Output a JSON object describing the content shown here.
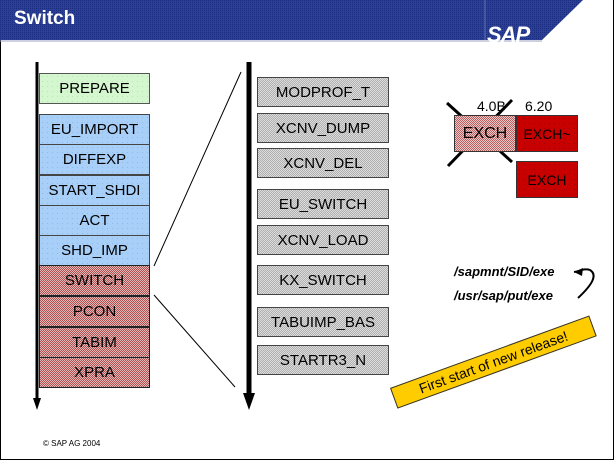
{
  "header": {
    "title": "Switch",
    "logo": "SAP"
  },
  "colors": {
    "header_blue": "#233b8c",
    "phase_prepare": "#d4f7d0",
    "phase_blue": "#a8cff8",
    "phase_switch": "#c98a8a",
    "step_gray": "#c8c8c8",
    "exch_red": "#c80000",
    "banner_yellow": "#ffcc00"
  },
  "left_column": {
    "items": [
      {
        "label": "PREPARE",
        "type": "prepare"
      },
      {
        "label": "EU_IMPORT",
        "type": "shadow"
      },
      {
        "label": "DIFFEXP",
        "type": "shadow"
      },
      {
        "label": "START_SHDI",
        "type": "shadow"
      },
      {
        "label": "ACT",
        "type": "shadow"
      },
      {
        "label": "SHD_IMP",
        "type": "shadow"
      },
      {
        "label": "SWITCH",
        "type": "switch"
      },
      {
        "label": "PCON",
        "type": "switch"
      },
      {
        "label": "TABIM",
        "type": "switch"
      },
      {
        "label": "XPRA",
        "type": "switch"
      }
    ]
  },
  "right_column": {
    "items": [
      {
        "label": "MODPROF_T"
      },
      {
        "label": "XCNV_DUMP"
      },
      {
        "label": "XCNV_DEL"
      },
      {
        "label": "EU_SWITCH"
      },
      {
        "label": "XCNV_LOAD"
      },
      {
        "label": "KX_SWITCH"
      },
      {
        "label": "TABUIMP_BAS"
      },
      {
        "label": "STARTR3_N"
      }
    ]
  },
  "kernel": {
    "old_release": "4.0B",
    "new_release": "6.20",
    "old_exch": "EXCH",
    "new_exch_1": "EXCH~",
    "new_exch_2": "EXCH"
  },
  "paths": {
    "target": "/sapmnt/SID/exe",
    "source": "/usr/sap/put/exe"
  },
  "banner": "First start of new release!",
  "footer": {
    "copyright": "©  SAP AG 2004"
  }
}
